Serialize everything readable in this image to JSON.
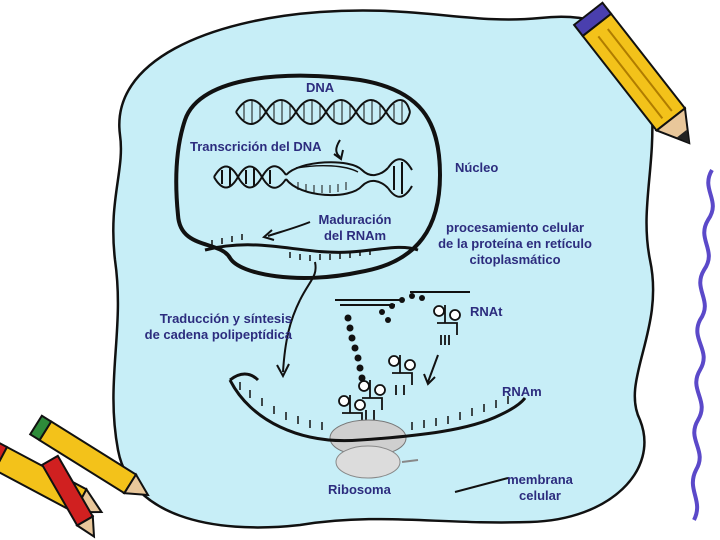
{
  "diagram": {
    "labels": {
      "dna": "DNA",
      "transcription": "Transcrición del DNA",
      "nucleus": "Núcleo",
      "maturation_line1": "Maduración",
      "maturation_line2": "del RNAm",
      "processing_line1": "procesamiento celular",
      "processing_line2": "de la proteína en retículo",
      "processing_line3": "citoplasmático",
      "translation_line1": "Traducción y síntesis",
      "translation_line2": "de cadena polipeptídica",
      "trna": "RNAt",
      "mrna": "RNAm",
      "ribosome": "Ribosoma",
      "membrane_line1": "membrana",
      "membrane_line2": "celular"
    },
    "colors": {
      "cytoplasm": "#c7eef7",
      "outline": "#111111",
      "label_text": "#2c2c7e",
      "ribosome_fill": "#cfcfcf",
      "pencil_yellow": "#f3c21a",
      "pencil_red": "#d02020",
      "border_purple": "#5b49c9"
    }
  }
}
